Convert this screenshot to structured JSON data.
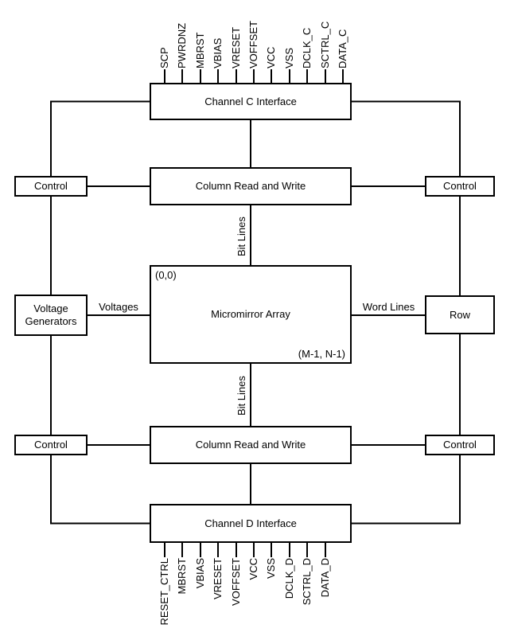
{
  "diagram": {
    "top_pins": [
      "SCP",
      "PWRDNZ",
      "MBRST",
      "VBIAS",
      "VRESET",
      "VOFFSET",
      "VCC",
      "VSS",
      "DCLK_C",
      "SCTRL_C",
      "DATA_C"
    ],
    "bottom_pins": [
      "RESET_CTRL",
      "MBRST",
      "VBIAS",
      "VRESET",
      "VOFFSET",
      "VCC",
      "VSS",
      "DCLK_D",
      "SCTRL_D",
      "DATA_D"
    ],
    "blocks": {
      "channel_c_interface": "Channel C Interface",
      "column_read_write_top": "Column Read and Write",
      "control_top_left": "Control",
      "control_top_right": "Control",
      "voltage_generators": "Voltage\nGenerators",
      "micromirror_array": "Micromirror Array",
      "row": "Row",
      "control_bottom_left": "Control",
      "control_bottom_right": "Control",
      "column_read_write_bottom": "Column Read and Write",
      "channel_d_interface": "Channel D Interface"
    },
    "labels": {
      "origin_corner": "(0,0)",
      "end_corner": "(M-1, N-1)",
      "voltages": "Voltages",
      "word_lines": "Word Lines",
      "bit_lines_top": "Bit Lines",
      "bit_lines_bottom": "Bit Lines"
    },
    "colors": {
      "line": "#000000",
      "background": "#ffffff"
    }
  }
}
